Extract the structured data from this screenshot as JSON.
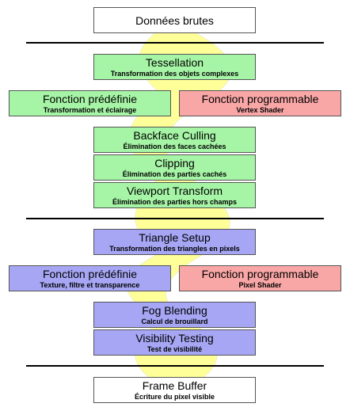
{
  "raw": {
    "title": "Données brutes"
  },
  "geometry": {
    "tessellation": {
      "title": "Tessellation",
      "sub": "Transformation des objets complexes"
    },
    "fixed": {
      "title": "Fonction prédéfinie",
      "sub": "Transformation et éclairage"
    },
    "programmable": {
      "title": "Fonction programmable",
      "sub": "Vertex Shader"
    },
    "backface": {
      "title": "Backface Culling",
      "sub": "Élimination des faces cachées"
    },
    "clipping": {
      "title": "Clipping",
      "sub": "Élimination des parties cachés"
    },
    "viewport": {
      "title": "Viewport Transform",
      "sub": "Élimination des parties hors champs"
    }
  },
  "raster": {
    "triangle": {
      "title": "Triangle Setup",
      "sub": "Transformation des triangles en pixels"
    },
    "fixed": {
      "title": "Fonction prédéfinie",
      "sub": "Texture, filtre et transparence"
    },
    "programmable": {
      "title": "Fonction programmable",
      "sub": "Pixel Shader"
    },
    "fog": {
      "title": "Fog Blending",
      "sub": "Calcul de brouillard"
    },
    "visibility": {
      "title": "Visibility Testing",
      "sub": "Test de visibilité"
    }
  },
  "output": {
    "title": "Frame Buffer",
    "sub": "Écriture du pixel visible"
  },
  "colors": {
    "stream": "#ffff99",
    "geometry": "#a6f5a6",
    "programmable": "#f9a6a6",
    "raster": "#a6a6f5"
  }
}
